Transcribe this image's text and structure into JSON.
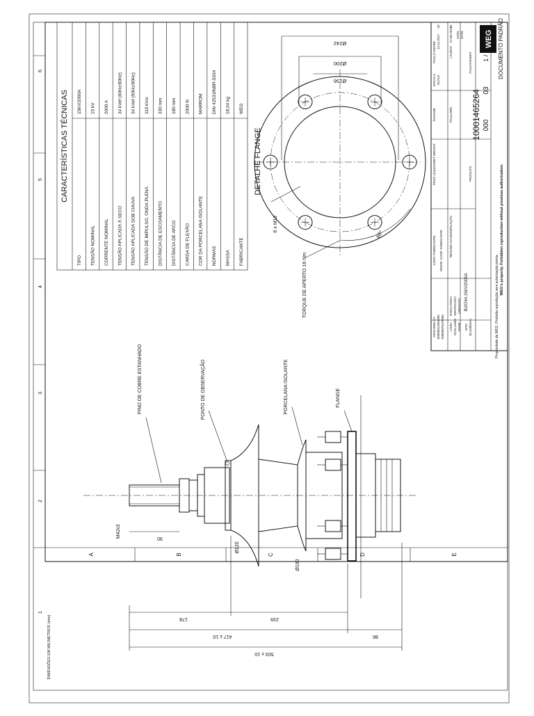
{
  "frame": {
    "columns": [
      "1",
      "2",
      "3",
      "4",
      "5",
      "6"
    ],
    "rows": [
      "A",
      "B",
      "C",
      "D",
      "E"
    ],
    "units_note": "DIMENSÕES EM MILÍMETROS (mm)"
  },
  "specs": {
    "title": "CARACTERÍSTICAS TÉCNICAS",
    "rows": [
      {
        "label": "TIPO",
        "value": "15kV/2000A"
      },
      {
        "label": "TENSÃO NOMINAL",
        "value": "15 kV"
      },
      {
        "label": "CORRENTE NOMINAL",
        "value": "2000 A"
      },
      {
        "label": "TENSÃO APLICADA À SECO",
        "value": "34 kVef (60Hz/60Hz)"
      },
      {
        "label": "TENSÃO APLICADA SOB CHUVA",
        "value": "34 kVef (50Hz/60Hz)"
      },
      {
        "label": "TENSÃO DE IMPULSO, ONDA PLENA",
        "value": "110 kVcr"
      },
      {
        "label": "DISTÂNCIA DE ESCOAMENTO",
        "value": "330 mm"
      },
      {
        "label": "DISTÂNCIA DE ARCO",
        "value": "180 mm"
      },
      {
        "label": "CARGA DE FLEXÃO",
        "value": "2000 N"
      },
      {
        "label": "COR DA PORCELANA ISOLANTE",
        "value": "MARROM"
      },
      {
        "label": "NORMAS",
        "value": "DIN 42533/NBR-5034"
      },
      {
        "label": "MASSA",
        "value": "18,04 kg"
      },
      {
        "label": "FABRICANTE",
        "value": "WEG"
      }
    ]
  },
  "flange": {
    "title": "DETALHE FLANGE",
    "dim_outer": "Ø242",
    "dim_bolt_circle": "Ø200",
    "dim_inner": "Ø156",
    "holes": "6 x M12",
    "angle": "60°",
    "torque": "TORQUE DE APERTO 16 Nm"
  },
  "bushing": {
    "callouts": [
      "PINO DE COBRE ESTANHADO",
      "PONTO DE OBSERVAÇÃO",
      "PORCELANA ISOLANTE",
      "FLANGE"
    ],
    "thread": "M42x3",
    "dims": [
      "90",
      "178",
      "239",
      "417 ± 10",
      "503 ± 10",
      "86",
      "Ø120",
      "Ø190"
    ]
  },
  "title_block": {
    "drawing_number": "10001465264",
    "revision": "000",
    "sheet_format": "03",
    "sheet": "1 / 1",
    "description": "BUCHA 15kV/2000A",
    "company": "WEG",
    "document_label": "DOCUMENTO PADRÃO",
    "notice": "WEG's property. Forbidden reproduction without previous authorization.",
    "notice_pt": "Propriedade da WEG. Proibida reprodução sem autorização prévia.",
    "dates": [
      "14.11.2017",
      "27.06.2013"
    ],
    "revisions": [
      "03",
      "02"
    ],
    "names": [
      "THAIANE",
      "PAULOWS",
      "PAULO ANDRE",
      "LAURAT"
    ],
    "labels": [
      "DESCRIBUTO",
      "CONF. FABRICANTE",
      "MODIF. CONF. FABRICANTE",
      "RESUMO DA MODIFICAÇÃO",
      "EXECUTADO",
      "VERIFICADO",
      "LIBERADO",
      "PESO LÍQUIDO",
      "NET WEIGHT",
      "ESCALA",
      "SCALE",
      "DATA",
      "DATE",
      "FOLHA/SHEET",
      "PRODUTO",
      "LAISH",
      "SCHLAGBA",
      "ADAM",
      "MTD",
      "BLUMENAU"
    ],
    "codes": [
      "S0000012064005",
      "S0000070479006"
    ]
  }
}
